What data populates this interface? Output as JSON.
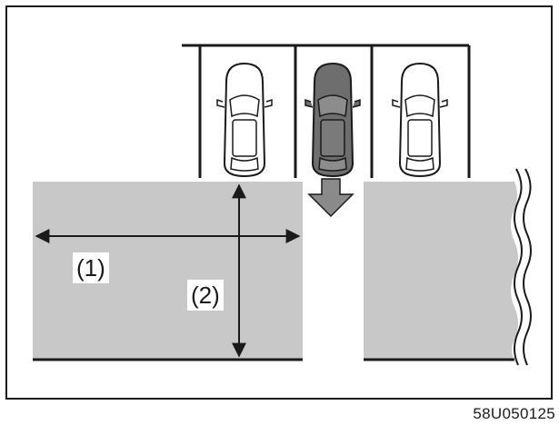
{
  "labels": {
    "dimension_1": "(1)",
    "dimension_2": "(2)"
  },
  "figure_code": "58U050125",
  "colors": {
    "frame": "#1a1a1a",
    "area_fill": "#c8c8c8",
    "car_light": "#ffffff",
    "car_dark": "#6e6e6e",
    "arrow_fill": "#8a8a8a",
    "line": "#1a1a1a"
  },
  "icons": {
    "parked_car_left": "car-top-view-icon",
    "parked_car_center": "car-top-view-icon",
    "parked_car_right": "car-top-view-icon",
    "exit_direction": "down-arrow-icon"
  }
}
